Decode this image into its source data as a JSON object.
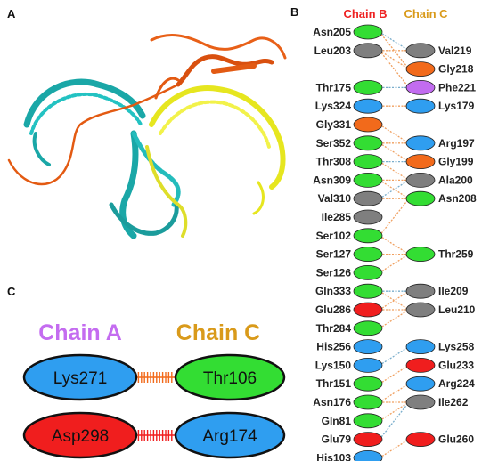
{
  "panels": {
    "a": "A",
    "b": "B",
    "c": "C"
  },
  "colors": {
    "green": "#33dd33",
    "gray": "#7f7f7f",
    "orange": "#f26a1b",
    "blue": "#2f9ef0",
    "purple": "#c26cf0",
    "red": "#f01e1e",
    "chain_b_header": "#ee2222",
    "chain_c_header": "#d99a1a",
    "chain_a_header": "#c46cf0"
  },
  "panel_b": {
    "chain_b_title": "Chain B",
    "chain_c_title": "Chain C",
    "left_residues": [
      {
        "label": "Asn205",
        "color": "green"
      },
      {
        "label": "Leu203",
        "color": "gray"
      },
      {
        "label": "Thr175",
        "color": "green"
      },
      {
        "label": "Lys324",
        "color": "blue"
      },
      {
        "label": "Gly331",
        "color": "orange"
      },
      {
        "label": "Ser352",
        "color": "green"
      },
      {
        "label": "Thr308",
        "color": "green"
      },
      {
        "label": "Asn309",
        "color": "green"
      },
      {
        "label": "Val310",
        "color": "gray"
      },
      {
        "label": "Ile285",
        "color": "gray"
      },
      {
        "label": "Ser102",
        "color": "green"
      },
      {
        "label": "Ser127",
        "color": "green"
      },
      {
        "label": "Ser126",
        "color": "green"
      },
      {
        "label": "Gln333",
        "color": "green"
      },
      {
        "label": "Glu286",
        "color": "red"
      },
      {
        "label": "Thr284",
        "color": "green"
      },
      {
        "label": "His256",
        "color": "blue"
      },
      {
        "label": "Lys150",
        "color": "blue"
      },
      {
        "label": "Thr151",
        "color": "green"
      },
      {
        "label": "Asn176",
        "color": "green"
      },
      {
        "label": "Gln81",
        "color": "green"
      },
      {
        "label": "Glu79",
        "color": "red"
      },
      {
        "label": "His103",
        "color": "blue"
      }
    ],
    "right_residues": [
      {
        "label": "Val219",
        "color": "gray"
      },
      {
        "label": "Gly218",
        "color": "orange"
      },
      {
        "label": "Phe221",
        "color": "purple"
      },
      {
        "label": "Lys179",
        "color": "blue"
      },
      {
        "label": "Arg197",
        "color": "blue"
      },
      {
        "label": "Gly199",
        "color": "orange"
      },
      {
        "label": "Ala200",
        "color": "gray"
      },
      {
        "label": "Asn208",
        "color": "green"
      },
      {
        "label": "Thr259",
        "color": "green"
      },
      {
        "label": "Ile209",
        "color": "gray"
      },
      {
        "label": "Leu210",
        "color": "gray"
      },
      {
        "label": "Lys258",
        "color": "blue"
      },
      {
        "label": "Glu233",
        "color": "red"
      },
      {
        "label": "Arg224",
        "color": "blue"
      },
      {
        "label": "Ile262",
        "color": "gray"
      },
      {
        "label": "Glu260",
        "color": "red"
      }
    ]
  },
  "panel_c": {
    "chain_a_title": "Chain A",
    "chain_c_title": "Chain C",
    "pairs": [
      {
        "left": "Lys271",
        "left_color": "blue",
        "right": "Thr106",
        "right_color": "green",
        "bond": "orange"
      },
      {
        "left": "Asp298",
        "left_color": "red",
        "right": "Arg174",
        "right_color": "blue",
        "bond": "red"
      }
    ]
  }
}
